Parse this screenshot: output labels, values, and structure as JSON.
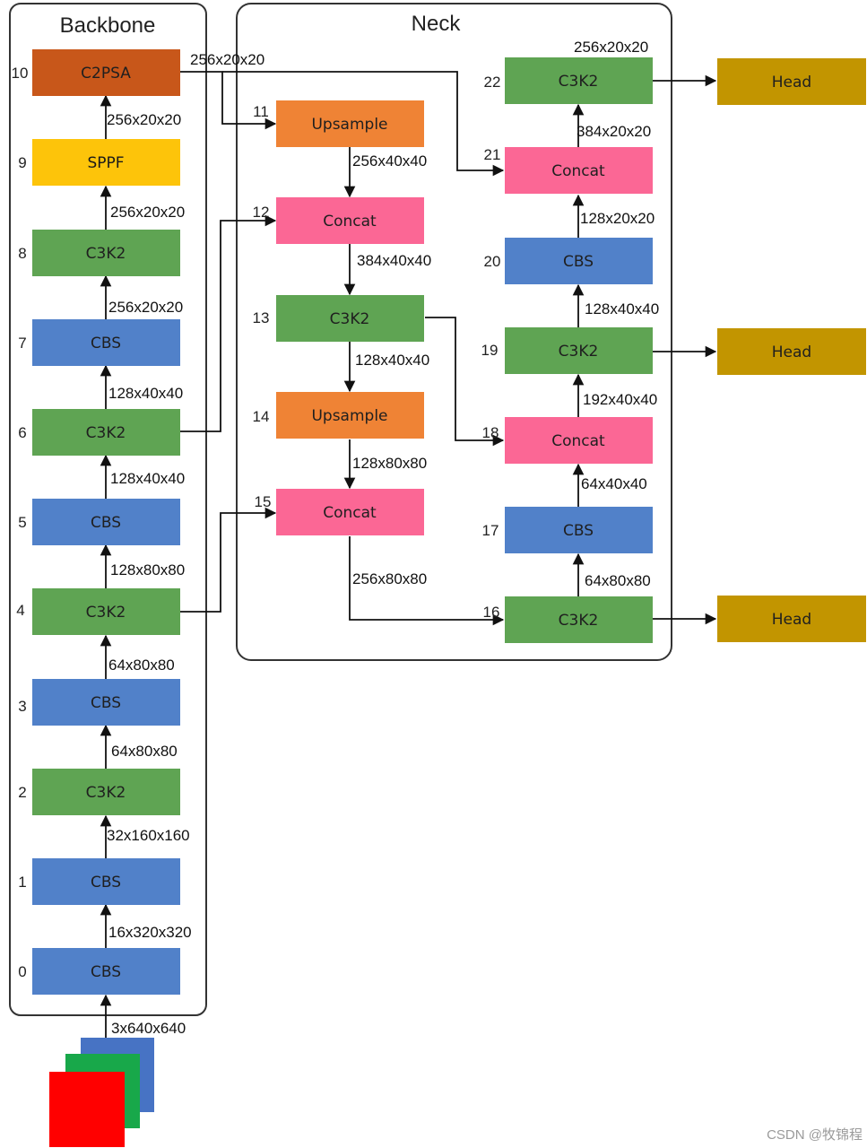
{
  "colors": {
    "CBS": "#5181c9",
    "C3K2": "#5fa453",
    "SPPF": "#fdc40a",
    "C2PSA": "#c8571a",
    "Upsample": "#ef8335",
    "Concat": "#fb6795",
    "Head": "#c29500"
  },
  "panels": {
    "backbone": "Backbone",
    "neck": "Neck"
  },
  "blocks": {
    "b0": {
      "index": "0",
      "label": "CBS",
      "type": "CBS"
    },
    "b1": {
      "index": "1",
      "label": "CBS",
      "type": "CBS"
    },
    "b2": {
      "index": "2",
      "label": "C3K2",
      "type": "C3K2"
    },
    "b3": {
      "index": "3",
      "label": "CBS",
      "type": "CBS"
    },
    "b4": {
      "index": "4",
      "label": "C3K2",
      "type": "C3K2"
    },
    "b5": {
      "index": "5",
      "label": "CBS",
      "type": "CBS"
    },
    "b6": {
      "index": "6",
      "label": "C3K2",
      "type": "C3K2"
    },
    "b7": {
      "index": "7",
      "label": "CBS",
      "type": "CBS"
    },
    "b8": {
      "index": "8",
      "label": "C3K2",
      "type": "C3K2"
    },
    "b9": {
      "index": "9",
      "label": "SPPF",
      "type": "SPPF"
    },
    "b10": {
      "index": "10",
      "label": "C2PSA",
      "type": "C2PSA"
    },
    "b11": {
      "index": "11",
      "label": "Upsample",
      "type": "Upsample"
    },
    "b12": {
      "index": "12",
      "label": "Concat",
      "type": "Concat"
    },
    "b13": {
      "index": "13",
      "label": "C3K2",
      "type": "C3K2"
    },
    "b14": {
      "index": "14",
      "label": "Upsample",
      "type": "Upsample"
    },
    "b15": {
      "index": "15",
      "label": "Concat",
      "type": "Concat"
    },
    "b16": {
      "index": "16",
      "label": "C3K2",
      "type": "C3K2"
    },
    "b17": {
      "index": "17",
      "label": "CBS",
      "type": "CBS"
    },
    "b18": {
      "index": "18",
      "label": "Concat",
      "type": "Concat"
    },
    "b19": {
      "index": "19",
      "label": "C3K2",
      "type": "C3K2"
    },
    "b20": {
      "index": "20",
      "label": "CBS",
      "type": "CBS"
    },
    "b21": {
      "index": "21",
      "label": "Concat",
      "type": "Concat"
    },
    "b22": {
      "index": "22",
      "label": "C3K2",
      "type": "C3K2"
    },
    "h1": {
      "label": "Head",
      "type": "Head"
    },
    "h2": {
      "label": "Head",
      "type": "Head"
    },
    "h3": {
      "label": "Head",
      "type": "Head"
    }
  },
  "dims": {
    "input": "3x640x640",
    "b0_b1": "16x320x320",
    "b1_b2": "32x160x160",
    "b2_b3": "64x80x80",
    "b3_b4": "64x80x80",
    "b4_b5": "128x80x80",
    "b5_b6": "128x40x40",
    "b6_b7": "128x40x40",
    "b7_b8": "256x20x20",
    "b8_b9": "256x20x20",
    "b9_b10": "256x20x20",
    "b10_out": "256x20x20",
    "b11_b12": "256x40x40",
    "b12_b13": "384x40x40",
    "b13_b14": "128x40x40",
    "b14_b15": "128x80x80",
    "b15_b16": "256x80x80",
    "b16_b17": "64x80x80",
    "b17_b18": "64x40x40",
    "b18_b19": "192x40x40",
    "b19_b20": "128x40x40",
    "b20_b21": "128x20x20",
    "b21_b22": "384x20x20",
    "b22_out": "256x20x20"
  },
  "watermark": "CSDN @牧锦程"
}
